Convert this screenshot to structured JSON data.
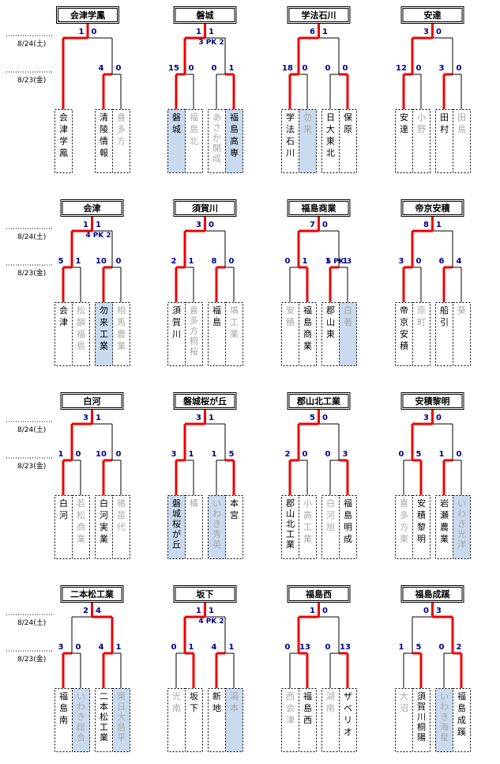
{
  "dates": {
    "final": "8/24(土)",
    "first": "8/23(金)"
  },
  "brackets": [
    {
      "winner": "会津学鳳",
      "top": [
        "1",
        "0"
      ],
      "pk": "",
      "left": {
        "scores": [
          "1"
        ],
        "teams": [
          {
            "name": "会津学鳳",
            "win": true,
            "hl": false
          }
        ]
      },
      "right": {
        "scores": [
          "4",
          "0"
        ],
        "teams": [
          {
            "name": "清陵情報",
            "win": true,
            "hl": false
          },
          {
            "name": "喜多方",
            "win": false,
            "hl": false
          }
        ]
      },
      "topWinner": "left",
      "pairWinnerLeft": 0,
      "pairWinnerRight": 0
    },
    {
      "winner": "磐城",
      "top": [
        "1",
        "1"
      ],
      "pk": "3 PK 2",
      "left": {
        "scores": [
          "15",
          "0"
        ],
        "teams": [
          {
            "name": "磐城",
            "win": true,
            "hl": true
          },
          {
            "name": "福島北",
            "win": false,
            "hl": false
          }
        ]
      },
      "right": {
        "scores": [
          "0",
          "1"
        ],
        "teams": [
          {
            "name": "あさか開成",
            "win": false,
            "hl": false
          },
          {
            "name": "福島高専",
            "win": true,
            "hl": true
          }
        ]
      },
      "topWinner": "left",
      "pairWinnerLeft": 0,
      "pairWinnerRight": 1
    },
    {
      "winner": "学法石川",
      "top": [
        "6",
        "1"
      ],
      "pk": "",
      "left": {
        "scores": [
          "18",
          "0"
        ],
        "teams": [
          {
            "name": "学法石川",
            "win": true,
            "hl": false
          },
          {
            "name": "勿来",
            "win": false,
            "hl": true
          }
        ]
      },
      "right": {
        "scores": [
          "0",
          "0"
        ],
        "teams": [
          {
            "name": "日大東北",
            "win": true,
            "hl": false
          },
          {
            "name": "保原",
            "win": true,
            "hl": false
          }
        ]
      },
      "topWinner": "left",
      "pairWinnerLeft": 0,
      "pairWinnerRight": 1
    },
    {
      "winner": "安達",
      "top": [
        "3",
        "0"
      ],
      "pk": "",
      "left": {
        "scores": [
          "12",
          "0"
        ],
        "teams": [
          {
            "name": "安達",
            "win": true,
            "hl": false
          },
          {
            "name": "小野",
            "win": false,
            "hl": false
          }
        ]
      },
      "right": {
        "scores": [
          "3",
          "0"
        ],
        "teams": [
          {
            "name": "田村",
            "win": true,
            "hl": false
          },
          {
            "name": "田島",
            "win": false,
            "hl": false
          }
        ]
      },
      "topWinner": "left",
      "pairWinnerLeft": 0,
      "pairWinnerRight": 0
    },
    {
      "winner": "会津",
      "top": [
        "1",
        "1"
      ],
      "pk": "4 PK 2",
      "left": {
        "scores": [
          "5",
          "1"
        ],
        "teams": [
          {
            "name": "会津",
            "win": true,
            "hl": false
          },
          {
            "name": "松韻福島",
            "win": false,
            "hl": false
          }
        ]
      },
      "right": {
        "scores": [
          "10",
          "0"
        ],
        "teams": [
          {
            "name": "勿来工業",
            "win": true,
            "hl": true
          },
          {
            "name": "相馬農業",
            "win": false,
            "hl": false
          }
        ]
      },
      "topWinner": "left",
      "pairWinnerLeft": 0,
      "pairWinnerRight": 0
    },
    {
      "winner": "須賀川",
      "top": [
        "3",
        "0"
      ],
      "pk": "",
      "left": {
        "scores": [
          "2",
          "1"
        ],
        "teams": [
          {
            "name": "須賀川",
            "win": true,
            "hl": false
          },
          {
            "name": "喜多方桐桜",
            "win": false,
            "hl": false
          }
        ]
      },
      "right": {
        "scores": [
          "8",
          "0"
        ],
        "teams": [
          {
            "name": "福島",
            "win": true,
            "hl": false
          },
          {
            "name": "塙工業",
            "win": false,
            "hl": false
          }
        ]
      },
      "topWinner": "left",
      "pairWinnerLeft": 0,
      "pairWinnerRight": 0
    },
    {
      "winner": "福島商業",
      "top": [
        "7",
        "0"
      ],
      "pk": "",
      "left": {
        "scores": [
          "0",
          "1"
        ],
        "teams": [
          {
            "name": "安積",
            "win": false,
            "hl": false
          },
          {
            "name": "福島商業",
            "win": true,
            "hl": false
          }
        ]
      },
      "right": {
        "scores": [
          "1",
          "1"
        ],
        "subpk": "5 PK 3",
        "teams": [
          {
            "name": "郡山東",
            "win": true,
            "hl": false
          },
          {
            "name": "白著",
            "win": false,
            "hl": true
          }
        ]
      },
      "topWinner": "left",
      "pairWinnerLeft": 1,
      "pairWinnerRight": 0
    },
    {
      "winner": "帝京安積",
      "top": [
        "8",
        "1"
      ],
      "pk": "",
      "left": {
        "scores": [
          "3",
          "0"
        ],
        "teams": [
          {
            "name": "帝京安積",
            "win": true,
            "hl": false
          },
          {
            "name": "原町",
            "win": false,
            "hl": false
          }
        ]
      },
      "right": {
        "scores": [
          "6",
          "4"
        ],
        "teams": [
          {
            "name": "船引",
            "win": true,
            "hl": false
          },
          {
            "name": "葵",
            "win": false,
            "hl": false
          }
        ]
      },
      "topWinner": "left",
      "pairWinnerLeft": 0,
      "pairWinnerRight": 0
    },
    {
      "winner": "白河",
      "top": [
        "3",
        "1"
      ],
      "pk": "",
      "left": {
        "scores": [
          "1",
          "0"
        ],
        "teams": [
          {
            "name": "白河",
            "win": true,
            "hl": false
          },
          {
            "name": "若松商業",
            "win": false,
            "hl": false
          }
        ]
      },
      "right": {
        "scores": [
          "10",
          "0"
        ],
        "teams": [
          {
            "name": "白河実業",
            "win": true,
            "hl": false
          },
          {
            "name": "猪苗代",
            "win": false,
            "hl": false
          }
        ]
      },
      "topWinner": "left",
      "pairWinnerLeft": 0,
      "pairWinnerRight": 0
    },
    {
      "winner": "磐城桜が丘",
      "top": [
        "3",
        "1"
      ],
      "pk": "",
      "left": {
        "scores": [
          "3",
          "1"
        ],
        "teams": [
          {
            "name": "磐城桜が丘",
            "win": true,
            "hl": true
          },
          {
            "name": "橘",
            "win": false,
            "hl": false
          }
        ]
      },
      "right": {
        "scores": [
          "1",
          "5"
        ],
        "teams": [
          {
            "name": "いわき秀英",
            "win": false,
            "hl": true
          },
          {
            "name": "本宮",
            "win": true,
            "hl": false
          }
        ]
      },
      "topWinner": "left",
      "pairWinnerLeft": 0,
      "pairWinnerRight": 1
    },
    {
      "winner": "郡山北工業",
      "top": [
        "5",
        "0"
      ],
      "pk": "",
      "left": {
        "scores": [
          "2",
          "0"
        ],
        "teams": [
          {
            "name": "郡山北工業",
            "win": true,
            "hl": false
          },
          {
            "name": "小高工業",
            "win": false,
            "hl": false
          }
        ]
      },
      "right": {
        "scores": [
          "0",
          "3"
        ],
        "teams": [
          {
            "name": "白河旭",
            "win": false,
            "hl": false
          },
          {
            "name": "福島明成",
            "win": true,
            "hl": false
          }
        ]
      },
      "topWinner": "left",
      "pairWinnerLeft": 0,
      "pairWinnerRight": 1
    },
    {
      "winner": "安積黎明",
      "top": [
        "3",
        "0"
      ],
      "pk": "",
      "left": {
        "scores": [
          "0",
          "5"
        ],
        "teams": [
          {
            "name": "喜多方東",
            "win": false,
            "hl": false
          },
          {
            "name": "安積黎明",
            "win": true,
            "hl": false
          }
        ]
      },
      "right": {
        "scores": [
          "1",
          "0"
        ],
        "teams": [
          {
            "name": "岩瀬農業",
            "win": true,
            "hl": false
          },
          {
            "name": "いわき光洋",
            "win": false,
            "hl": true
          }
        ]
      },
      "topWinner": "left",
      "pairWinnerLeft": 1,
      "pairWinnerRight": 0
    },
    {
      "winner": "二本松工業",
      "top": [
        "2",
        "4"
      ],
      "pk": "",
      "left": {
        "scores": [
          "3",
          "0"
        ],
        "teams": [
          {
            "name": "福島南",
            "win": true,
            "hl": false
          },
          {
            "name": "いわき総合",
            "win": false,
            "hl": true
          }
        ]
      },
      "right": {
        "scores": [
          "4",
          "1"
        ],
        "teams": [
          {
            "name": "二本松工業",
            "win": true,
            "hl": false
          },
          {
            "name": "東日大昌平",
            "win": false,
            "hl": true
          }
        ]
      },
      "topWinner": "right",
      "pairWinnerLeft": 0,
      "pairWinnerRight": 0
    },
    {
      "winner": "坂下",
      "top": [
        "1",
        "1"
      ],
      "pk": "4 PK 2",
      "left": {
        "scores": [
          "0",
          "1"
        ],
        "teams": [
          {
            "name": "光南",
            "win": false,
            "hl": false
          },
          {
            "name": "坂下",
            "win": true,
            "hl": false
          }
        ]
      },
      "right": {
        "scores": [
          "4",
          "1"
        ],
        "teams": [
          {
            "name": "新地",
            "win": true,
            "hl": false
          },
          {
            "name": "湯本",
            "win": false,
            "hl": true
          }
        ]
      },
      "topWinner": "left",
      "pairWinnerLeft": 1,
      "pairWinnerRight": 0
    },
    {
      "winner": "福島西",
      "top": [
        "1",
        "0"
      ],
      "pk": "",
      "left": {
        "scores": [
          "0",
          "13"
        ],
        "teams": [
          {
            "name": "西会津",
            "win": false,
            "hl": false
          },
          {
            "name": "福島西",
            "win": true,
            "hl": false
          }
        ]
      },
      "right": {
        "scores": [
          "0",
          "13"
        ],
        "teams": [
          {
            "name": "湖南",
            "win": false,
            "hl": false
          },
          {
            "name": "ザベリオ",
            "win": true,
            "hl": false
          }
        ]
      },
      "topWinner": "left",
      "pairWinnerLeft": 1,
      "pairWinnerRight": 1
    },
    {
      "winner": "福島成蹊",
      "top": [
        "0",
        "3"
      ],
      "pk": "",
      "left": {
        "scores": [
          "1",
          "5"
        ],
        "teams": [
          {
            "name": "大沼",
            "win": false,
            "hl": false
          },
          {
            "name": "須賀川桐陽",
            "win": true,
            "hl": false
          }
        ]
      },
      "right": {
        "scores": [
          "0",
          "2"
        ],
        "teams": [
          {
            "name": "いわき海星",
            "win": false,
            "hl": true
          },
          {
            "name": "福島成蹊",
            "win": true,
            "hl": false
          }
        ]
      },
      "topWinner": "right",
      "pairWinnerLeft": 1,
      "pairWinnerRight": 1
    }
  ]
}
